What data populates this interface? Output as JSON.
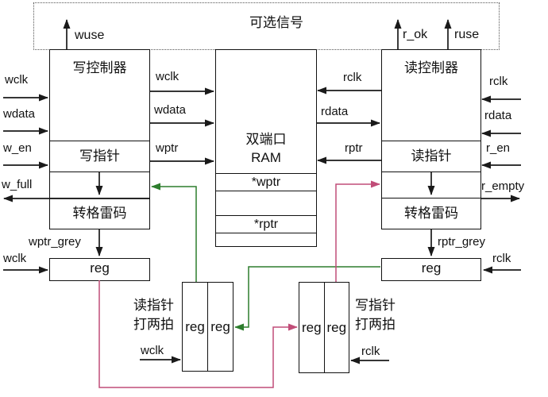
{
  "optional_box": {
    "label": "可选信号"
  },
  "top_signals": {
    "wuse": "wuse",
    "r_ok": "r_ok",
    "ruse": "ruse"
  },
  "write_controller": {
    "title": "写控制器",
    "pointer_label": "写指针",
    "gray_label": "转格雷码"
  },
  "read_controller": {
    "title": "读控制器",
    "pointer_label": "读指针",
    "gray_label": "转格雷码"
  },
  "ram": {
    "line1": "双端口",
    "line2": "RAM",
    "wptr_row": "*wptr",
    "rptr_row": "*rptr"
  },
  "left_ports": {
    "wclk": "wclk",
    "wdata": "wdata",
    "w_en": "w_en",
    "w_full": "w_full"
  },
  "right_ports": {
    "rclk": "rclk",
    "rdata": "rdata",
    "r_en": "r_en",
    "r_empty": "r_empty"
  },
  "write_to_ram": {
    "wclk": "wclk",
    "wdata": "wdata",
    "wptr": "wptr"
  },
  "ram_to_read": {
    "rclk": "rclk",
    "rdata": "rdata",
    "rptr": "rptr"
  },
  "gray_regs": {
    "wptr_grey_label": "wptr_grey",
    "rptr_grey_label": "rptr_grey",
    "left_reg": "reg",
    "right_reg": "reg",
    "left_clk": "wclk",
    "right_clk": "rclk"
  },
  "sync_read": {
    "label_line1": "读指针",
    "label_line2": "打两拍",
    "reg1": "reg",
    "reg2": "reg",
    "clk": "wclk"
  },
  "sync_write": {
    "label_line1": "写指针",
    "label_line2": "打两拍",
    "reg1": "reg",
    "reg2": "reg",
    "clk": "rclk"
  },
  "colors": {
    "line": "#1a1a1a",
    "green": "#2d7d2d",
    "pink": "#c14d78"
  }
}
